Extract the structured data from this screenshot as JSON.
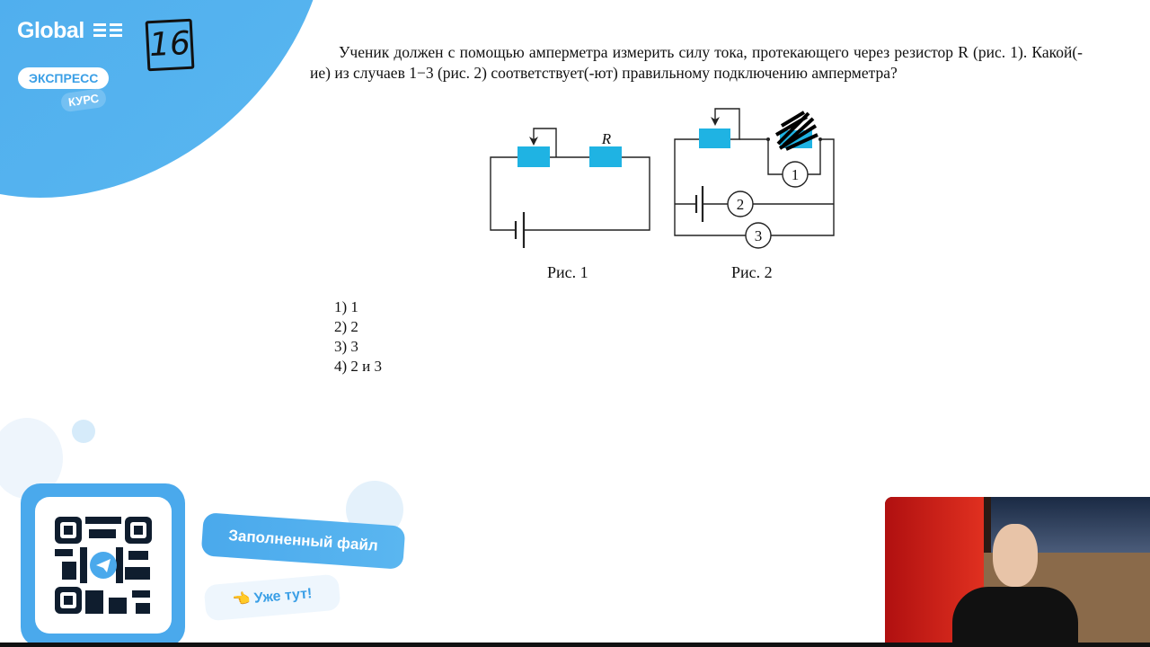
{
  "branding": {
    "logo": "Global",
    "badge_express": "ЭКСПРЕСС",
    "badge_course": "КУРС",
    "task_number": "16"
  },
  "question": "Ученик должен с помощью амперметра измерить силу тока, протекающего через резистор R (рис. 1). Какой(-ие) из случаев 1−3 (рис. 2) соответствует(-ют) правильному подключению амперметра?",
  "figures": {
    "fig1_caption": "Рис. 1",
    "fig2_caption": "Рис. 2",
    "resistor_label": "R",
    "ammeters": [
      "1",
      "2",
      "3"
    ]
  },
  "answers": [
    "1)  1",
    "2)  2",
    "3)  3",
    "4)  2 и 3"
  ],
  "promo": {
    "filled_file": "Заполненный файл",
    "already_here": "Уже тут!"
  },
  "colors": {
    "brand": "#4aa9ec",
    "resistor": "#1fb3e3"
  }
}
